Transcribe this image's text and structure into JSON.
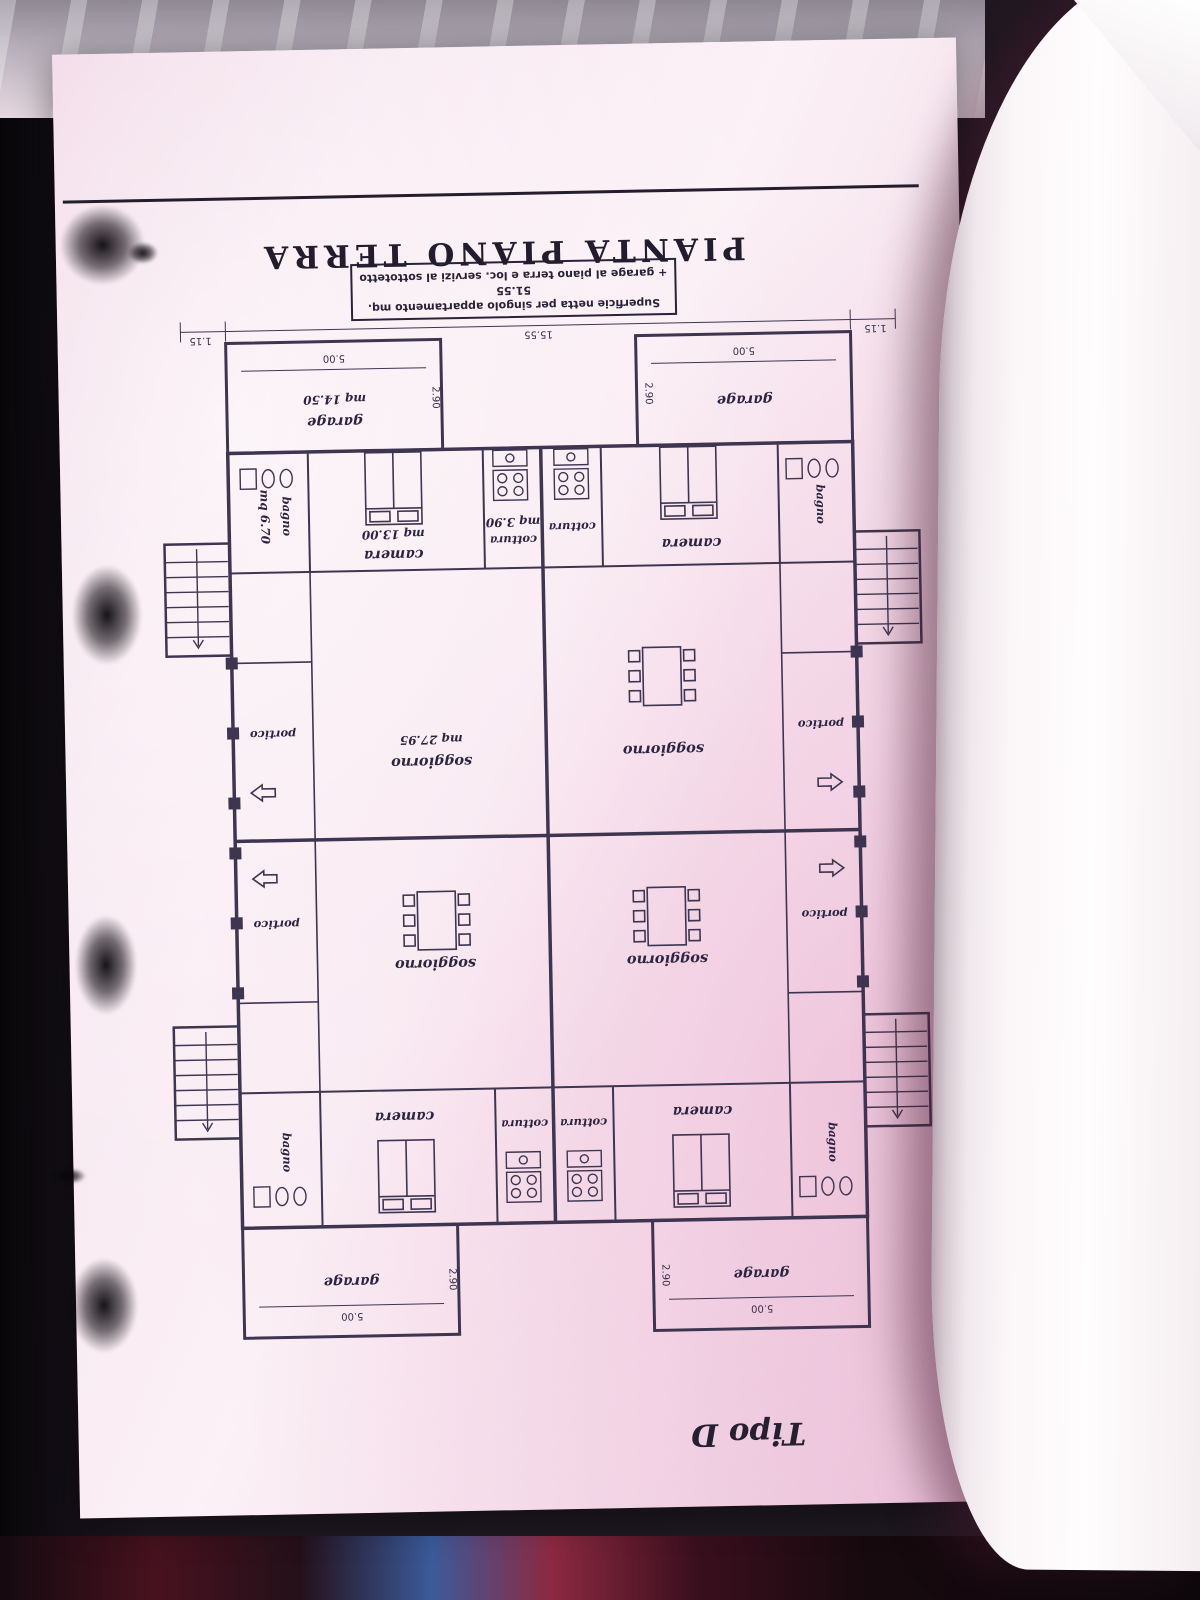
{
  "sheet": {
    "type_label": "Tipo D",
    "title": "PIANTA PIANO TERRA",
    "note_line1": "Superficie netta per singolo appartamento mq. 51.55",
    "note_line2": "+ garage al piano terra e loc. servizi al sottotetto"
  },
  "rooms": {
    "garage": "garage",
    "garage_area": "mq 14.50",
    "camera": "camera",
    "camera_area": "mq 13.00",
    "cottura": "cottura",
    "cottura_area": "mq 3.90",
    "soggiorno": "soggiorno",
    "soggiorno_area": "mq 27.95",
    "bagno": "bagno",
    "bagno_area": "mq 6.70",
    "portico": "portico"
  },
  "dims": {
    "garage_width": "5.00",
    "garage_depth": "2.90",
    "total_width": "15.55",
    "edge": "1.15"
  }
}
